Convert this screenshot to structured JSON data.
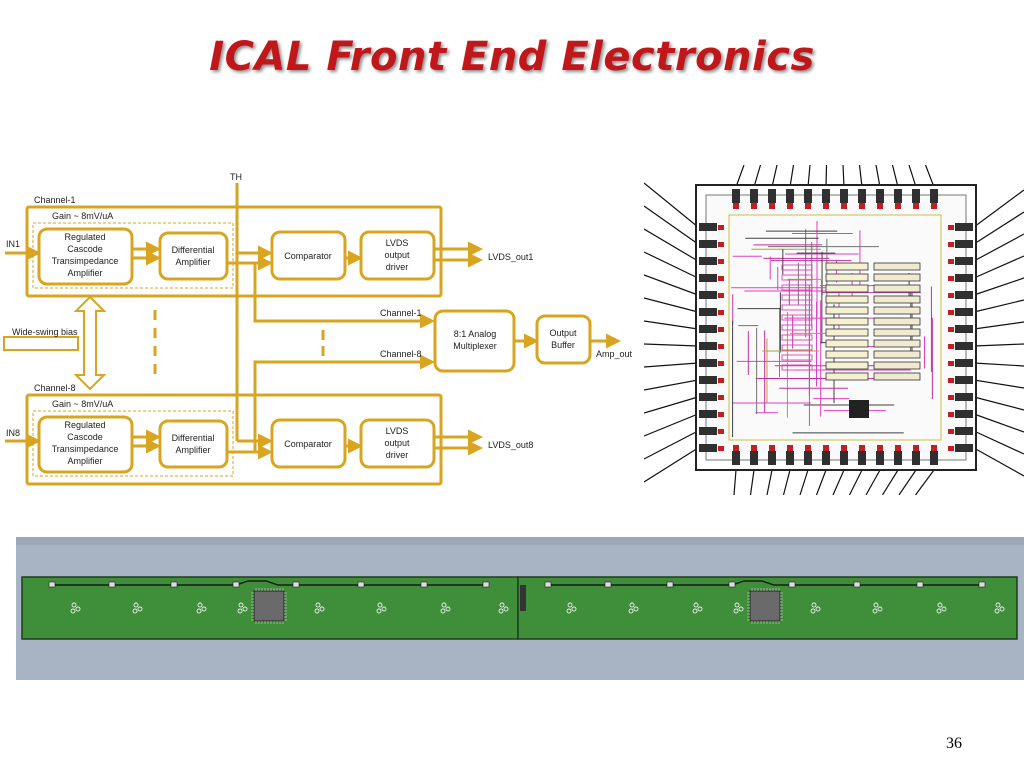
{
  "slide": {
    "title": "ICAL Front End Electronics",
    "page_number": "36"
  },
  "block_diagram": {
    "th_label": "TH",
    "wide_swing_label": "Wide-swing bias",
    "channel_top": {
      "label": "Channel-1",
      "gain": "Gain ~ 8mV/uA",
      "input": "IN1",
      "output": "LVDS_out1"
    },
    "channel_bottom": {
      "label": "Channel-8",
      "gain": "Gain ~ 8mV/uA",
      "input": "IN8",
      "output": "LVDS_out8"
    },
    "blocks": {
      "rcta": [
        "Regulated",
        "Cascode",
        "Transimpedance",
        "Amplifier"
      ],
      "diff": [
        "Differential",
        "Amplifier"
      ],
      "comparator": "Comparator",
      "lvds": [
        "LVDS",
        "output",
        "driver"
      ]
    },
    "mux": {
      "in1": "Channel-1",
      "in8": "Channel-8",
      "label": [
        "8:1 Analog",
        "Multiplexer"
      ]
    },
    "buffer": {
      "label": [
        "Output",
        "Buffer"
      ],
      "output": "Amp_out"
    }
  },
  "colors": {
    "block": "#d9a520",
    "title": "#c0171b",
    "pcb_green": "#3e8e3a",
    "pcb_backdrop": "#a8b4c3",
    "chip_lines": "#e040c0"
  }
}
